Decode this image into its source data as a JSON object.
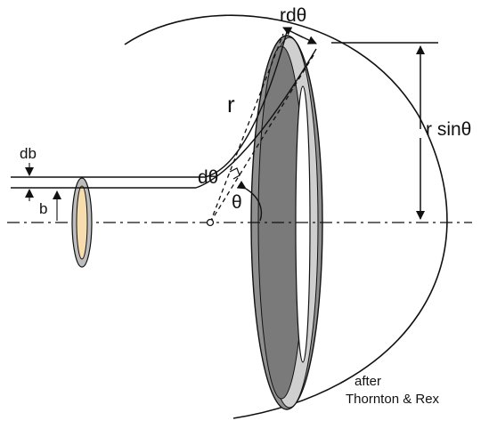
{
  "diagram": {
    "labels": {
      "r": "r",
      "r_dtheta": "rdθ",
      "r_sin_theta": "r sinθ",
      "d_theta": "dθ",
      "theta": "θ",
      "db": "db",
      "b": "b"
    },
    "credit": {
      "line1": "after",
      "line2": "Thornton & Rex"
    },
    "colors": {
      "ring_outer_band": "#8f8f8f",
      "ring_inner_band": "#cfcfcf",
      "annulus_fill": "#f7dcae",
      "annulus_rim": "#bdbdbd",
      "line": "#111111"
    }
  }
}
